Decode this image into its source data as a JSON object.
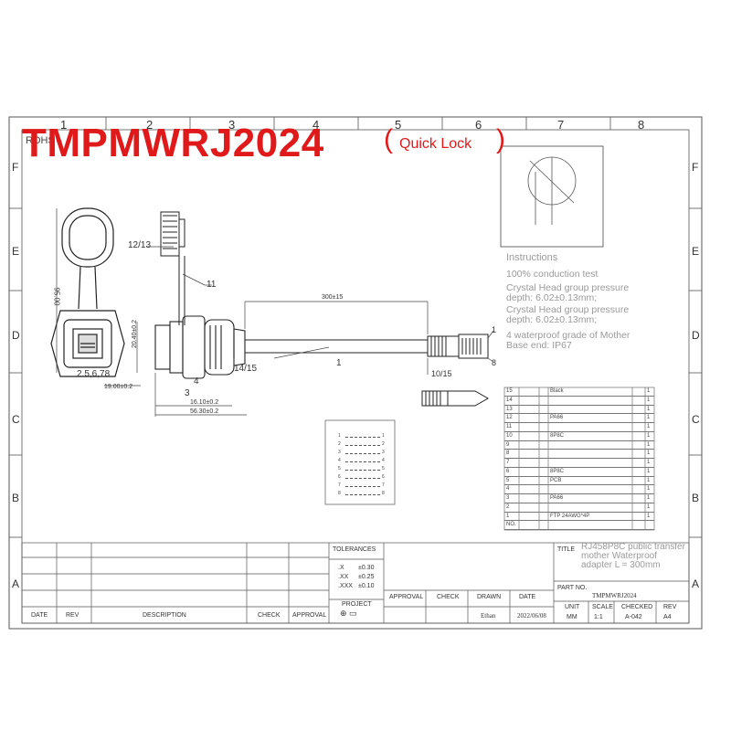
{
  "header": {
    "part_number": "TMPMWRJ2024",
    "subtitle": "Quick Lock",
    "paren_open": "(",
    "paren_close": ")",
    "rohs": "ROHS"
  },
  "grid": {
    "top_cols": [
      "1",
      "2",
      "3",
      "4",
      "5",
      "6",
      "7",
      "8"
    ],
    "side_rows": [
      "F",
      "E",
      "D",
      "C",
      "B",
      "A"
    ]
  },
  "callouts": {
    "c1213": "12/13",
    "c11": "11",
    "c95": "95.00",
    "c2040": "20.40±0.2",
    "c2578": "2.5,6,78",
    "c19": "19.00±0.2",
    "c3": "3",
    "c4": "4",
    "c1415": "14/15",
    "c1": "1",
    "c1610": "16.10±0.2",
    "c5630": "56.30±0.2",
    "c300": "300±15",
    "c1015": "10/15",
    "c8": "8",
    "c1r": "1"
  },
  "instructions": {
    "title": "Instructions",
    "lines": [
      "100% conduction test",
      "Crystal Head group pressure depth: 6.02±0.13mm;",
      "Crystal Head group pressure depth: 6.02±0.13mm;",
      "4 waterproof grade of Mother Base end: IP67"
    ]
  },
  "bom": {
    "rows": [
      {
        "no": "15",
        "desc": "Black",
        "mat": "",
        "spec": "",
        "qty": "1"
      },
      {
        "no": "14",
        "desc": "",
        "mat": "",
        "spec": "",
        "qty": "1"
      },
      {
        "no": "13",
        "desc": "",
        "mat": "",
        "spec": "",
        "qty": "1"
      },
      {
        "no": "12",
        "desc": "",
        "mat": "PA66",
        "spec": "",
        "qty": "1"
      },
      {
        "no": "11",
        "desc": "",
        "mat": "",
        "spec": "",
        "qty": "1"
      },
      {
        "no": "10",
        "desc": "",
        "mat": "8P8C",
        "spec": "",
        "qty": "1"
      },
      {
        "no": "9",
        "desc": "",
        "mat": "",
        "spec": "",
        "qty": "1"
      },
      {
        "no": "8",
        "desc": "",
        "mat": "",
        "spec": "",
        "qty": "1"
      },
      {
        "no": "7",
        "desc": "",
        "mat": "",
        "spec": "",
        "qty": "1"
      },
      {
        "no": "6",
        "desc": "",
        "mat": "8P8C",
        "spec": "",
        "qty": "1"
      },
      {
        "no": "5",
        "desc": "",
        "mat": "PCB",
        "spec": "",
        "qty": "1"
      },
      {
        "no": "4",
        "desc": "",
        "mat": "",
        "spec": "",
        "qty": "1"
      },
      {
        "no": "3",
        "desc": "",
        "mat": "PA66",
        "spec": "",
        "qty": "1"
      },
      {
        "no": "2",
        "desc": "",
        "mat": "",
        "spec": "",
        "qty": "1"
      },
      {
        "no": "1",
        "desc": "",
        "mat": "FTP 24AWG*4P",
        "spec": "",
        "qty": "1"
      },
      {
        "no": "NO.",
        "desc": "",
        "mat": "",
        "spec": "",
        "qty": ""
      }
    ]
  },
  "titleblock": {
    "tolerances": "TOLERANCES",
    "tol_x": ".X",
    "tol_x_v": "±0.30",
    "tol_xx": ".XX",
    "tol_xx_v": "±0.25",
    "tol_xxx": ".XXX",
    "tol_xxx_v": "±0.10",
    "project": "PROJECT",
    "title_label": "TITLE",
    "title_text": "RJ458P8C public transfer mother Waterproof adapter L = 300mm",
    "part_no_label": "PART NO.",
    "part_no": "TMPMWRJ2024",
    "approval": "APPROVAL",
    "check": "CHECK",
    "drawn": "DRAWN",
    "date_label": "DATE",
    "drawn_by": "Ethan",
    "drawn_date": "2022/06/08",
    "unit_label": "UNIT",
    "unit": "MM",
    "scale_label": "SCALE",
    "scale": "1:1",
    "checked_label": "CHECKED",
    "checked": "A-042",
    "rev_label": "REV",
    "rev": "A4",
    "date": "DATE",
    "rev_col": "REV",
    "description": "DESCRIPTION",
    "check_col": "CHECK",
    "approval_col": "APPROVAL"
  },
  "wiring": {
    "pins": [
      "1",
      "2",
      "3",
      "4",
      "5",
      "6",
      "7",
      "8"
    ]
  }
}
